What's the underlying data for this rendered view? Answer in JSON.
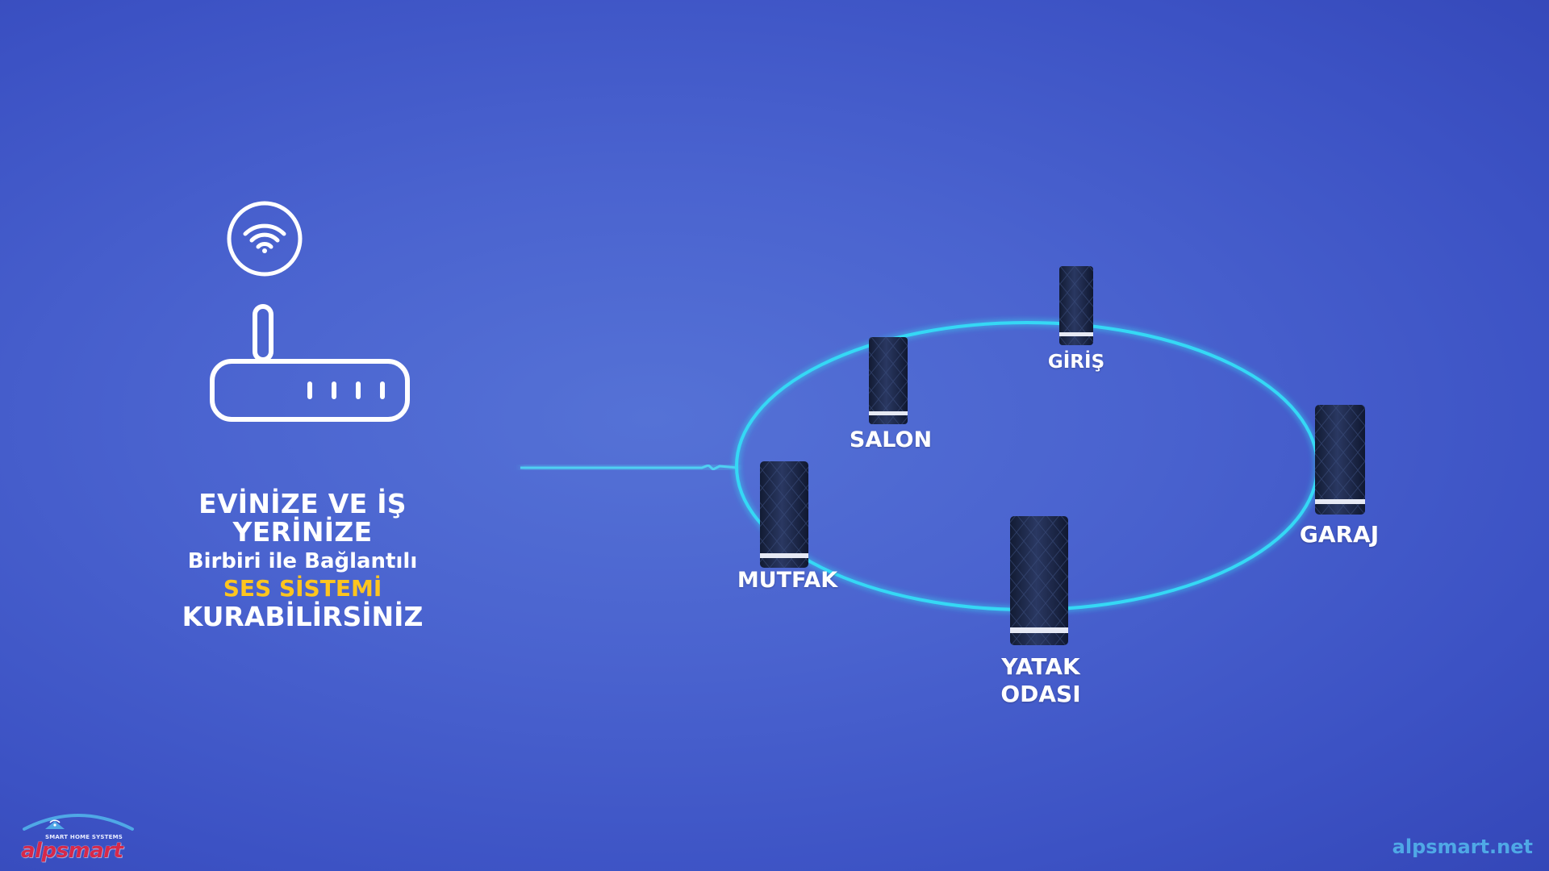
{
  "headline": {
    "line1": "EVİNİZE VE İŞ YERİNİZE",
    "line2": "Birbiri ile Bağlantılı",
    "line3": "SES SİSTEMİ",
    "line4": "KURABİLİRSİNİZ"
  },
  "rooms": {
    "giris": "GİRİŞ",
    "salon": "SALON",
    "garaj": "GARAJ",
    "mutfak": "MUTFAK",
    "yatak_line1": "YATAK",
    "yatak_line2": "ODASI"
  },
  "brand": {
    "logo_tagline": "SMART HOME SYSTEMS",
    "logo_word": "alpsmart",
    "website": "alpsmart.net"
  },
  "colors": {
    "background": "#4a63cf",
    "ring": "#35d8f5",
    "highlight": "#ffc51e",
    "speaker": "#1c2848",
    "logo_red": "#d6294a",
    "website": "#4fa8e6"
  },
  "icons": {
    "router": "router-icon",
    "wifi": "wifi-icon",
    "speaker": "speaker-icon"
  }
}
